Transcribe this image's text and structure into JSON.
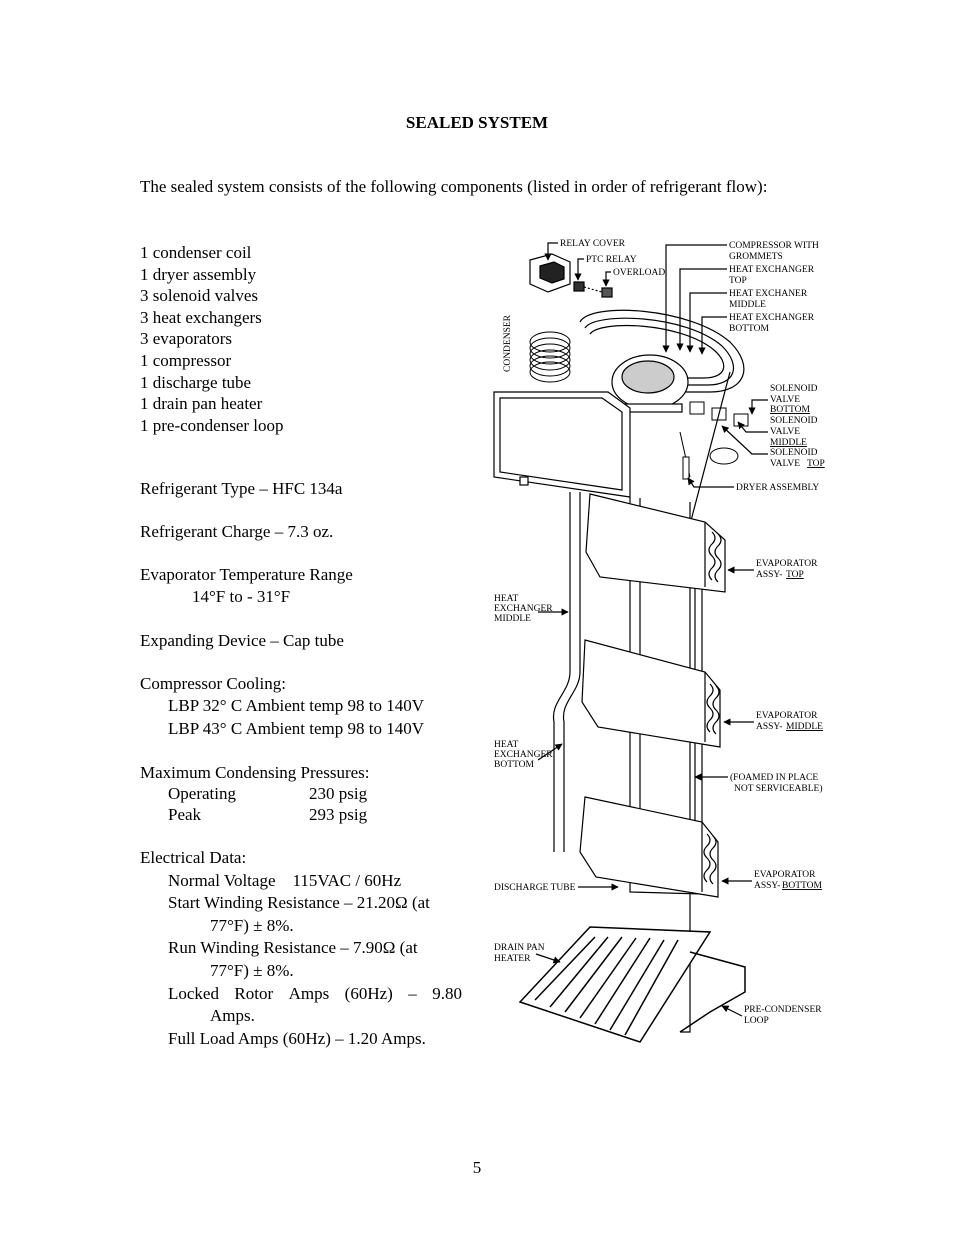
{
  "page": {
    "title": "SEALED SYSTEM",
    "intro": "The sealed system consists of the following components (listed in order of refrigerant flow):",
    "components": [
      "1 condenser coil",
      "1 dryer assembly",
      "3 solenoid valves",
      "3 heat exchangers",
      "3 evaporators",
      "1 compressor",
      "1 discharge tube",
      "1 drain pan heater",
      "1 pre-condenser loop"
    ],
    "refrigerant_type": "Refrigerant Type – HFC 134a",
    "refrigerant_charge": "Refrigerant Charge – 7.3 oz.",
    "evap_range_label": "Evaporator Temperature Range",
    "evap_range_value": "14°F  to  - 31°F",
    "expanding_device": "Expanding Device – Cap tube",
    "compressor_cooling_label": "Compressor Cooling:",
    "compressor_cooling_items": [
      "LBP 32° C Ambient temp 98 to 140V",
      "LBP 43° C Ambient temp 98 to 140V"
    ],
    "pressures_label": "Maximum Condensing Pressures:",
    "pressures": [
      {
        "name": "Operating",
        "value": "230 psig"
      },
      {
        "name": "Peak",
        "value": "293 psig"
      }
    ],
    "electrical_label": "Electrical Data:",
    "normal_voltage": "Normal Voltage    115VAC / 60Hz",
    "start_winding_1": "Start Winding Resistance – 21.20Ω (at",
    "start_winding_2": "77°F) ± 8%.",
    "run_winding_1": "Run Winding Resistance – 7.90Ω (at",
    "run_winding_2": "77°F) ± 8%.",
    "locked_rotor_a": "Locked",
    "locked_rotor_b": "Rotor",
    "locked_rotor_c": "Amps",
    "locked_rotor_d": "(60Hz)",
    "locked_rotor_e": "–",
    "locked_rotor_f": "9.80",
    "locked_rotor_2": "Amps.",
    "full_load": "Full Load Amps (60Hz) – 1.20 Amps.",
    "page_number": "5"
  },
  "diagram": {
    "relay_cover": "RELAY COVER",
    "ptc_relay": "PTC RELAY",
    "overload": "OVERLOAD",
    "condenser": "CONDENSER",
    "compressor_1": "COMPRESSOR WITH",
    "compressor_2": "GROMMETS",
    "hx_top_1": "HEAT EXCHANGER",
    "hx_top_2": "TOP",
    "hx_mid_1": "HEAT EXCHANER",
    "hx_mid_2": "MIDDLE",
    "hx_bot_1": "HEAT EXCHANGER",
    "hx_bot_2": "BOTTOM",
    "sv_bottom_1": "SOLENOID",
    "sv_bottom_2": "VALVE",
    "sv_bottom_3": "BOTTOM",
    "sv_middle_1": "SOLENOID",
    "sv_middle_2": "VALVE",
    "sv_middle_3": "MIDDLE",
    "sv_top_1": "SOLENOID",
    "sv_top_2": "VALVE",
    "sv_top_3": "TOP",
    "dryer": "DRYER ASSEMBLY",
    "evap_top_1": "EVAPORATOR",
    "evap_top_2a": "ASSY-",
    "evap_top_2b": "TOP",
    "left_hx_mid_1": "HEAT",
    "left_hx_mid_2": "EXCHANGER",
    "left_hx_mid_3": "MIDDLE",
    "evap_mid_1": "EVAPORATOR",
    "evap_mid_2a": "ASSY-",
    "evap_mid_2b": "MIDDLE",
    "left_hx_bot_1": "HEAT",
    "left_hx_bot_2": "EXCHANGER",
    "left_hx_bot_3": "BOTTOM",
    "foamed_1": "(FOAMED IN PLACE",
    "foamed_2": "NOT SERVICEABLE)",
    "evap_bot_1": "EVAPORATOR",
    "evap_bot_2a": "ASSY-",
    "evap_bot_2b": "BOTTOM",
    "discharge": "DISCHARGE TUBE",
    "drain_1": "DRAIN PAN",
    "drain_2": "HEATER",
    "precond_1": "PRE-CONDENSER",
    "precond_2": "LOOP"
  }
}
